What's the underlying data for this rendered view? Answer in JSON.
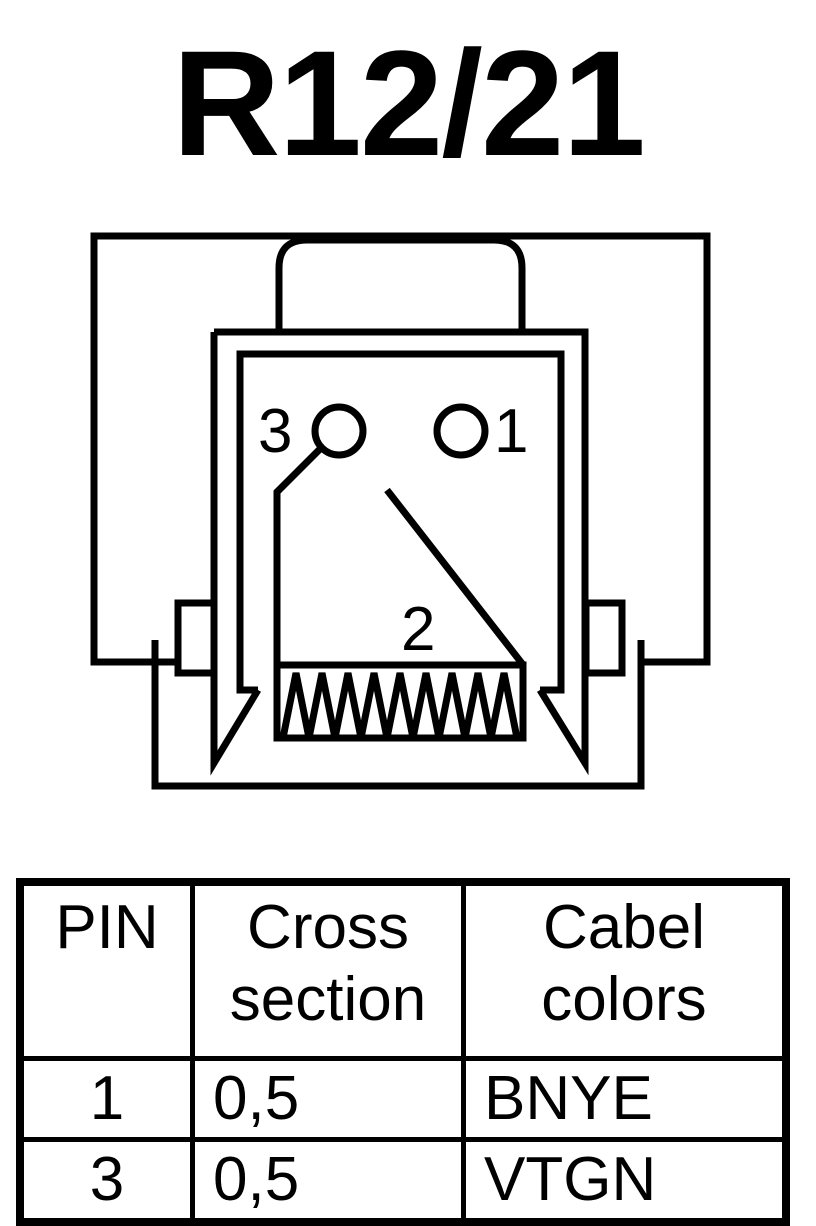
{
  "title": "R12/21",
  "connector": {
    "pin_labels": {
      "pin_3": "3",
      "pin_1": "1",
      "pin_2": "2"
    }
  },
  "table": {
    "headers": {
      "pin": "PIN",
      "cross_section_line1": "Cross",
      "cross_section_line2": "section",
      "cable_colors_line1": "Cabel",
      "cable_colors_line2": "colors"
    },
    "rows": [
      {
        "pin": "1",
        "cross_section": "0,5",
        "cable_colors": "BNYE"
      },
      {
        "pin": "3",
        "cross_section": "0,5",
        "cable_colors": "VTGN"
      }
    ]
  }
}
